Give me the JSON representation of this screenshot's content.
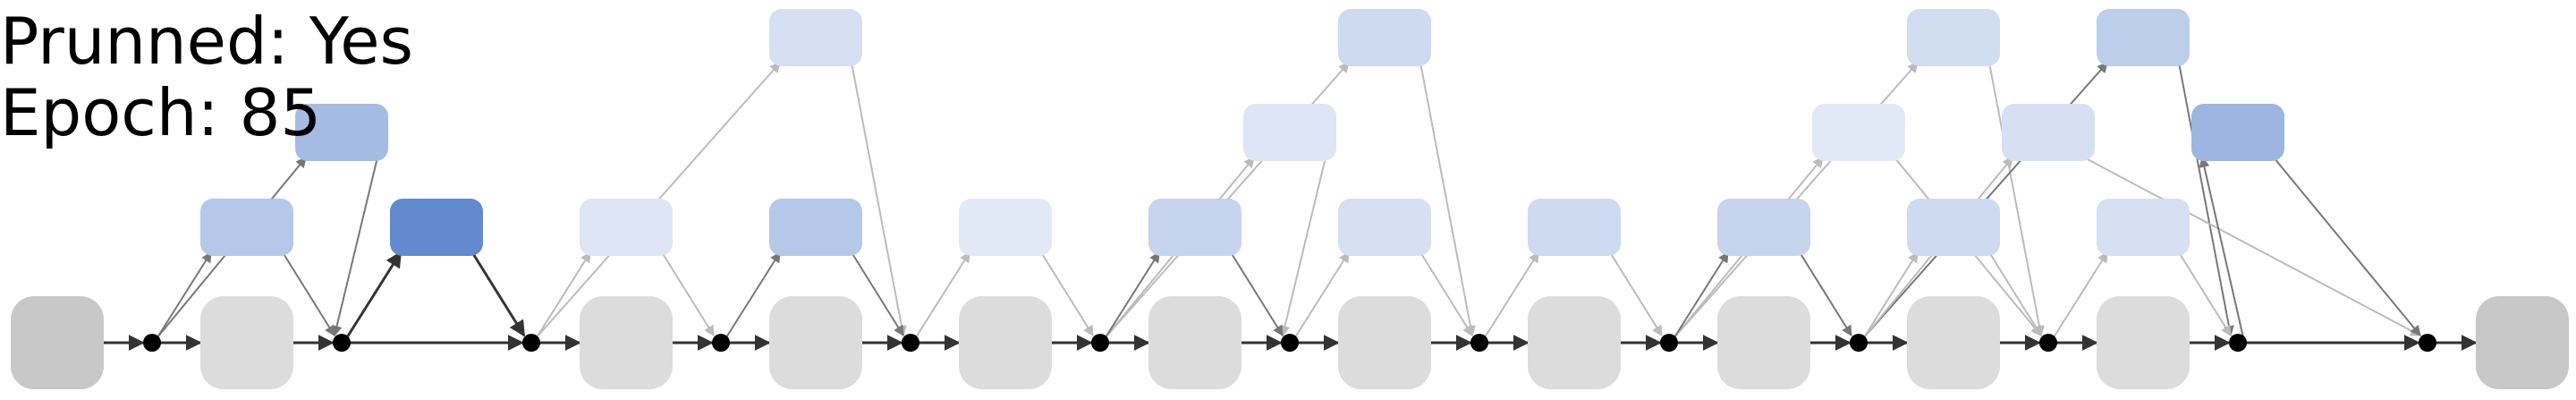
{
  "labels": {
    "pruned_key": "Prunned:",
    "pruned_value": "Yes",
    "epoch_key": "Epoch:",
    "epoch_value": "85"
  },
  "colors": {
    "skeleton_node": "#c8c8c8",
    "skeleton_node_light": "#dcdcdc",
    "junction": "#000000",
    "edge_dark": "#333333",
    "edge_light": "#bbbbbb",
    "cell_base": "#5b84cc"
  },
  "cells": [
    {
      "id": "c1",
      "strength": 0.55
    },
    {
      "id": "c2",
      "strength": 0.45
    },
    {
      "id": "c3",
      "strength": 0.95
    },
    {
      "id": "c4",
      "strength": 0.25
    },
    {
      "id": "c5",
      "strength": 0.2
    },
    {
      "id": "c6",
      "strength": 0.45
    },
    {
      "id": "c7",
      "strength": 0.18
    },
    {
      "id": "c8",
      "strength": 0.3
    },
    {
      "id": "c9",
      "strength": 0.2
    },
    {
      "id": "c10",
      "strength": 0.35
    },
    {
      "id": "c11",
      "strength": 0.25
    },
    {
      "id": "c12",
      "strength": 0.3
    },
    {
      "id": "c13",
      "strength": 0.28
    },
    {
      "id": "c14",
      "strength": 0.18
    },
    {
      "id": "c15",
      "strength": 0.4
    },
    {
      "id": "c16",
      "strength": 0.25
    },
    {
      "id": "c17",
      "strength": 0.35
    },
    {
      "id": "c18",
      "strength": 0.3
    },
    {
      "id": "c19",
      "strength": 0.25
    },
    {
      "id": "c20",
      "strength": 0.6
    }
  ]
}
